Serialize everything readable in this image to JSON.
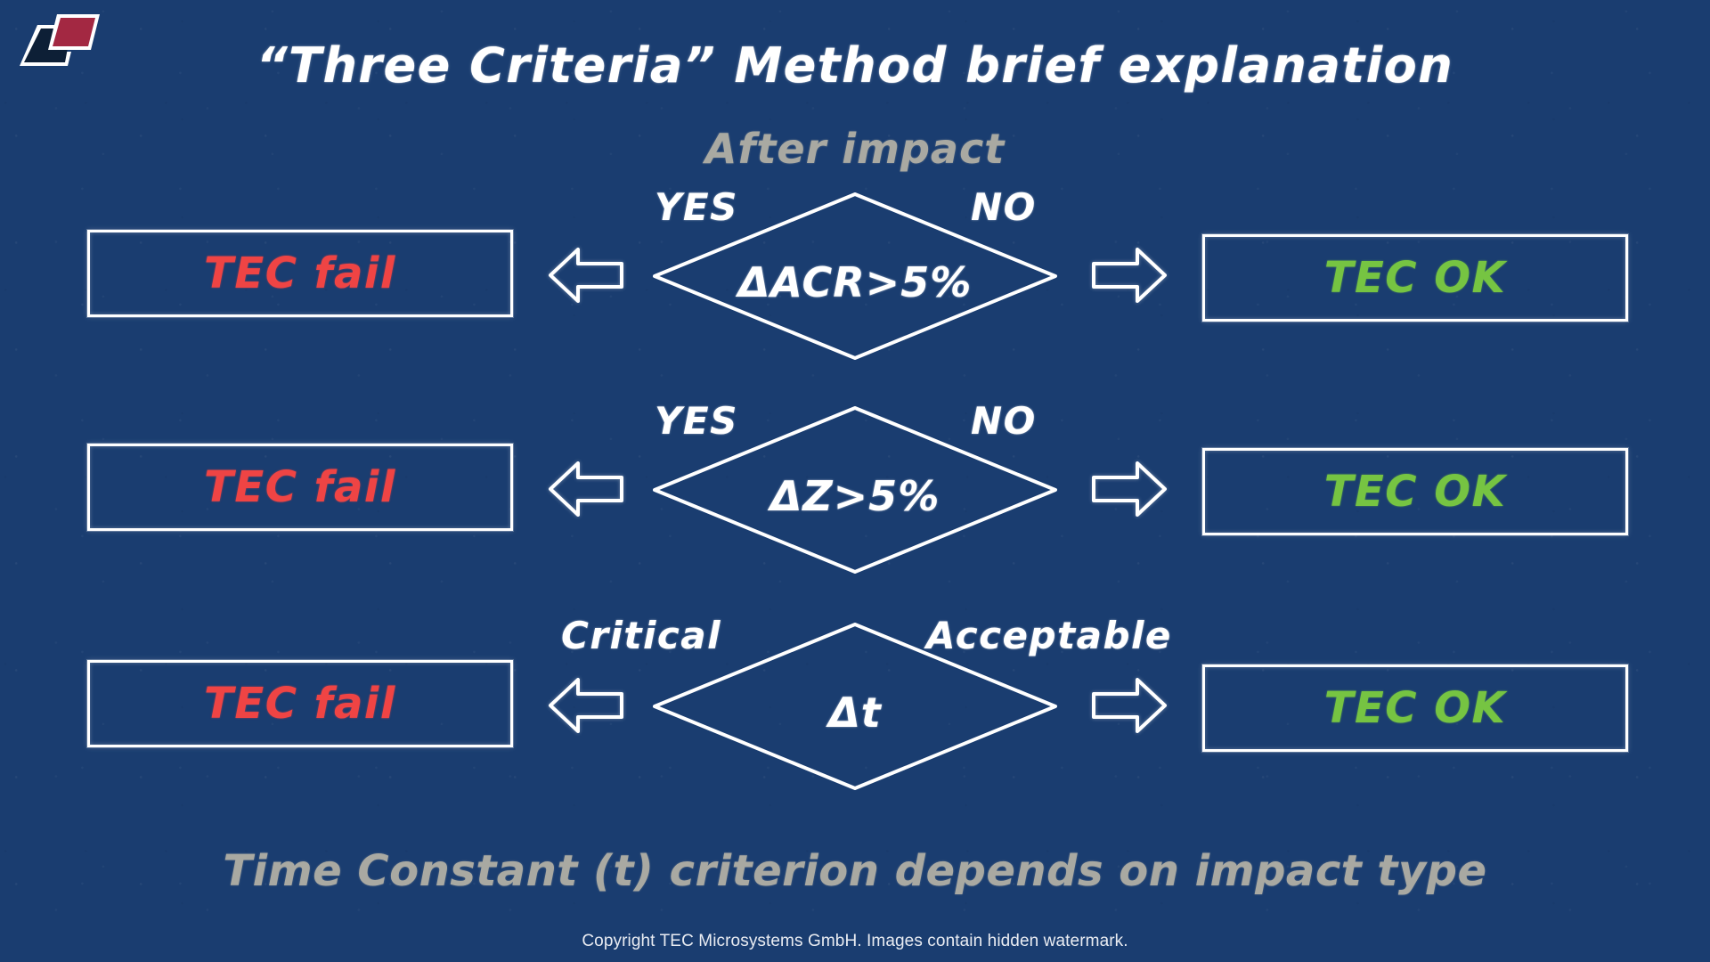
{
  "slide": {
    "background_color": "#1a3d70",
    "title": "“Three Criteria” Method brief explanation",
    "subtitle": "After impact",
    "footnote": "Time Constant (t) criterion depends on impact type",
    "copyright": "Copyright TEC Microsystems GmbH. Images contain hidden watermark."
  },
  "logo": {
    "name": "tec-microsystems-logo",
    "dark_color": "#0d1f36",
    "accent_color": "#a32842",
    "outline_color": "#ffffff"
  },
  "colors": {
    "chalk_white": "#ffffff",
    "chalk_grey": "#a9a9a2",
    "fail_red": "#ef4444",
    "ok_green": "#76c442"
  },
  "rows": [
    {
      "id": "criterion-acr",
      "fail_label": "TEC fail",
      "ok_label": "TEC OK",
      "left_branch": "YES",
      "right_branch": "NO",
      "condition": "ΔACR>5%"
    },
    {
      "id": "criterion-z",
      "fail_label": "TEC fail",
      "ok_label": "TEC OK",
      "left_branch": "YES",
      "right_branch": "NO",
      "condition": "ΔZ>5%"
    },
    {
      "id": "criterion-tau",
      "fail_label": "TEC fail",
      "ok_label": "TEC OK",
      "left_branch": "Critical",
      "right_branch": "Acceptable",
      "condition": "Δt"
    }
  ],
  "icons": {
    "arrow_left": "arrow-left-icon",
    "arrow_right": "arrow-right-icon",
    "diamond": "decision-diamond-icon"
  }
}
